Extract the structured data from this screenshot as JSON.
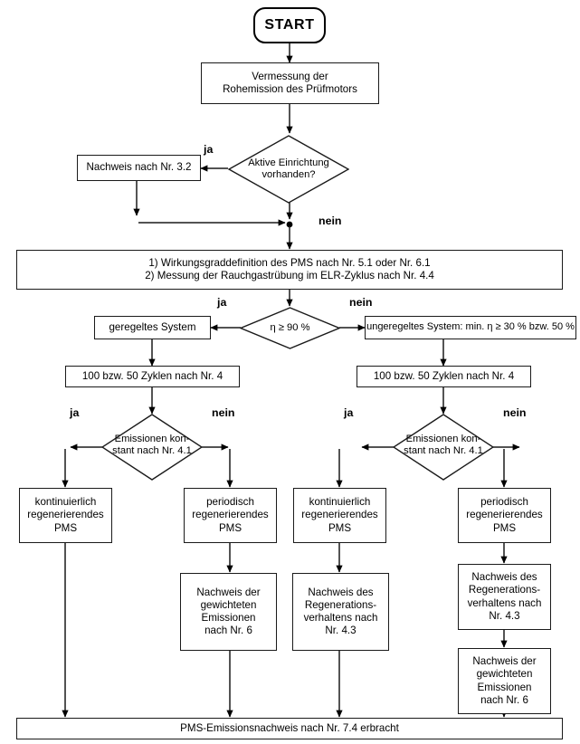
{
  "diagram": {
    "title": "PMS-Emissionsnachweis Ablaufdiagramm",
    "language": "de",
    "stroke_color": "#1a1a1a",
    "text_color": "#000000",
    "background": "#ffffff"
  },
  "nodes": {
    "start": "START",
    "vermessung": "Vermessung der\nRohemission des Prüfmotors",
    "aktive_einrichtung": "Aktive Einrichtung\nvorhanden?",
    "nachweis_32": "Nachweis nach Nr. 3.2",
    "wirkungsgrad": "1) Wirkungsgraddefinition des PMS nach Nr. 5.1 oder Nr. 6.1\n2) Messung der Rauchgastrübung im ELR-Zyklus nach Nr. 4.4",
    "eta_decision": "η ≥ 90 %",
    "geregeltes_system": "geregeltes System",
    "ungeregeltes_system": "ungeregeltes System: min. η ≥ 30 % bzw. 50 %",
    "zyklen_left": "100 bzw. 50 Zyklen nach Nr. 4",
    "zyklen_right": "100 bzw. 50 Zyklen nach Nr. 4",
    "emissionen_konstant_left": "Emissionen kon-\nstant nach Nr. 4.1",
    "emissionen_konstant_right": "Emissionen kon-\nstant nach Nr. 4.1",
    "pms_c1": "kontinuierlich\nregenerierendes\nPMS",
    "pms_p1": "periodisch\nregenerierendes\nPMS",
    "pms_c2": "kontinuierlich\nregenerierendes\nPMS",
    "pms_p2": "periodisch\nregenerierendes\nPMS",
    "nachweis_gewichtet_c2": "Nachweis der\ngewichteten\nEmissionen\nnach Nr. 6",
    "nachweis_regeneration_c3": "Nachweis des\nRegenerations-\nverhaltens nach\nNr. 4.3",
    "nachweis_regeneration_c4": "Nachweis des\nRegenerations-\nverhaltens nach\nNr. 4.3",
    "nachweis_gewichtet_c4": "Nachweis der\ngewichteten\nEmissionen\nnach Nr. 6",
    "final": "PMS-Emissionsnachweis nach Nr. 7.4 erbracht"
  },
  "edge_labels": {
    "ja_1": "ja",
    "nein_1": "nein",
    "ja_eta": "ja",
    "nein_eta": "nein",
    "ja_left": "ja",
    "nein_left": "nein",
    "ja_right": "ja",
    "nein_right": "nein"
  }
}
